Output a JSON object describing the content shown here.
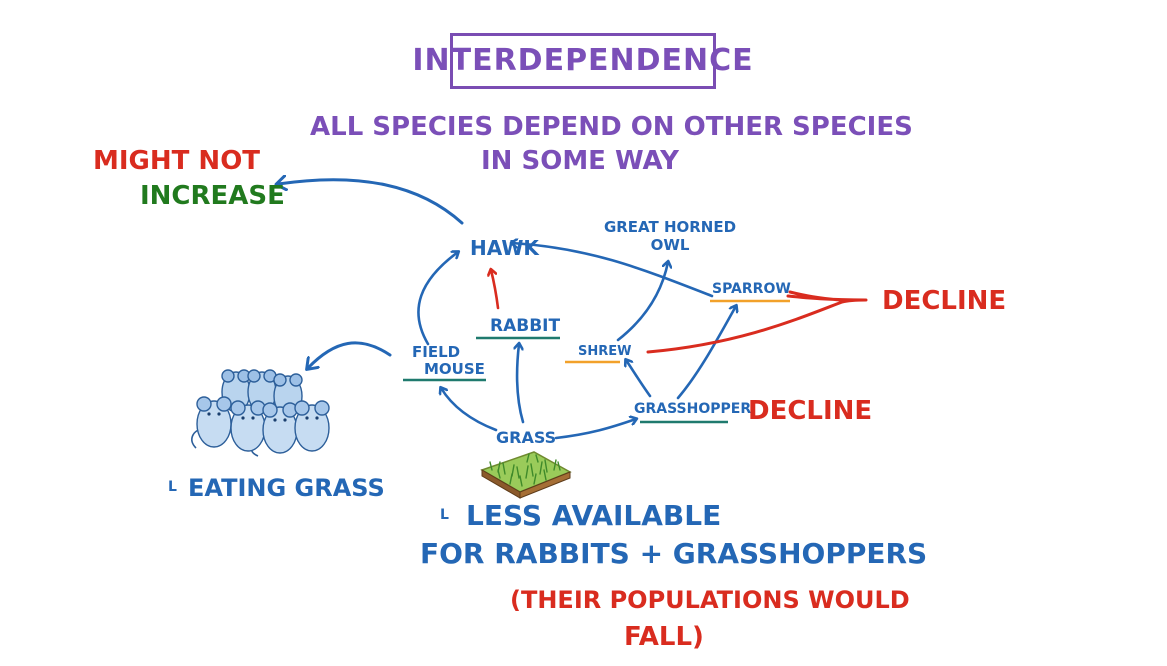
{
  "title": "Interdependence",
  "subtitle": {
    "line1": "All species depend on other species",
    "line2": "in some way"
  },
  "nodes": {
    "hawk": "Hawk",
    "owl_line1": "Great Horned",
    "owl_line2": "Owl",
    "sparrow": "Sparrow",
    "rabbit": "Rabbit",
    "field_mouse_line1": "Field",
    "field_mouse_line2": "Mouse",
    "shrew": "Shrew",
    "grasshopper": "Grasshopper",
    "grass": "Grass"
  },
  "annotations": {
    "might": "Might not",
    "increase": "Increase",
    "decline_top": "Decline",
    "decline_mid": "Decline",
    "eating_grass": "Eating Grass",
    "less_available_line1": "Less Available",
    "less_available_line2": "for Rabbits + Grasshoppers",
    "populations_line1": "(Their Populations would",
    "populations_line2": "Fall)"
  },
  "colors": {
    "blue": "#2467b5",
    "purple": "#7b4fb8",
    "red": "#d92c1f",
    "green": "#217a1e",
    "teal_underline": "#1f7a6e",
    "orange_underline": "#f2a12a"
  }
}
